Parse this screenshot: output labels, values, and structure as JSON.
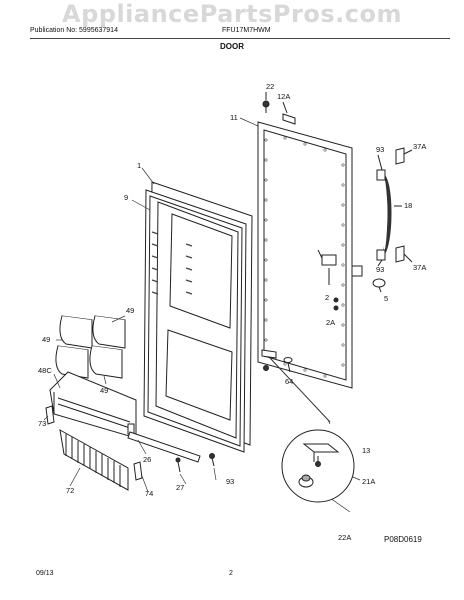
{
  "watermark": "AppliancePartsPros.com",
  "header": {
    "publication": "Publication No: 5995637914",
    "model": "FFU17M7HWM"
  },
  "section_title": "DOOR",
  "diagram_code": "P08D0619",
  "footer": {
    "date": "09/13",
    "page": "2"
  },
  "callouts": {
    "c22": "22",
    "c12A": "12A",
    "c11": "11",
    "c93a": "93",
    "c37Aa": "37A",
    "c18": "18",
    "c93b": "93",
    "c37Ab": "37A",
    "c1": "1",
    "c9": "9",
    "c2": "2",
    "c5": "5",
    "c2A": "2A",
    "c49a": "49",
    "c49b": "49",
    "c49c": "49",
    "c48C": "48C",
    "c64": "64",
    "c73": "73",
    "c26": "26",
    "c13": "13",
    "c21A": "21A",
    "c72": "72",
    "c74": "74",
    "c27": "27",
    "c93c": "93",
    "c22A": "22A"
  }
}
